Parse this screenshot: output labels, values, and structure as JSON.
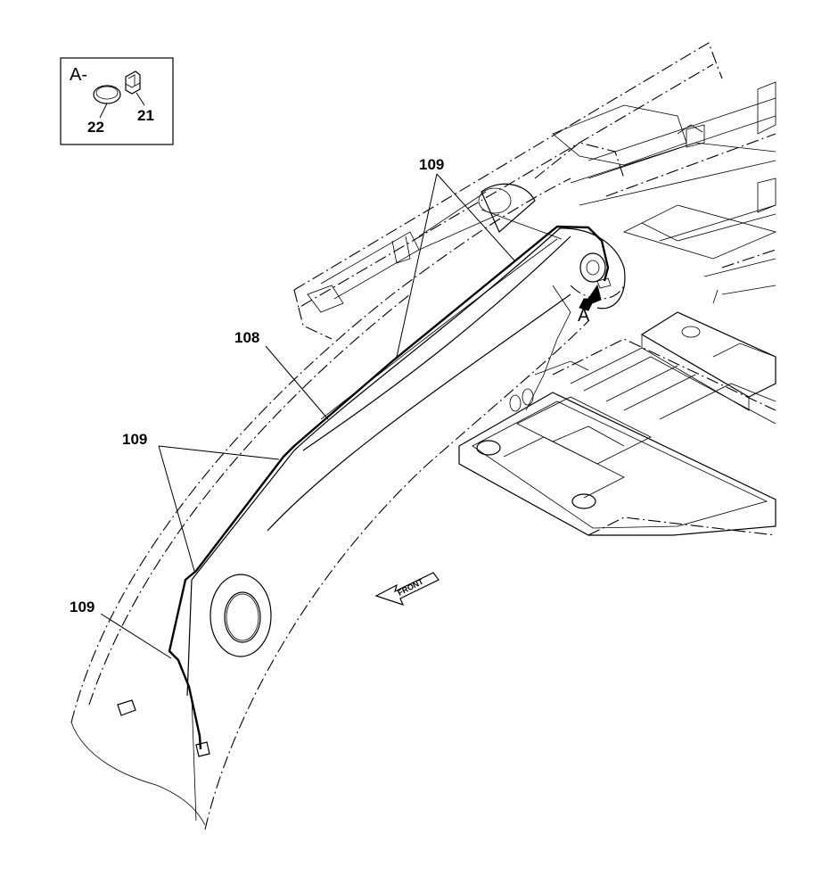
{
  "detail_box": {
    "title": "A-",
    "part_a": "22",
    "part_b": "21"
  },
  "callouts": {
    "hose_108": "108",
    "clamp_top": "109",
    "clamp_mid": "109",
    "clamp_low": "109"
  },
  "view_marker": "A",
  "front_arrow": "FRONT"
}
